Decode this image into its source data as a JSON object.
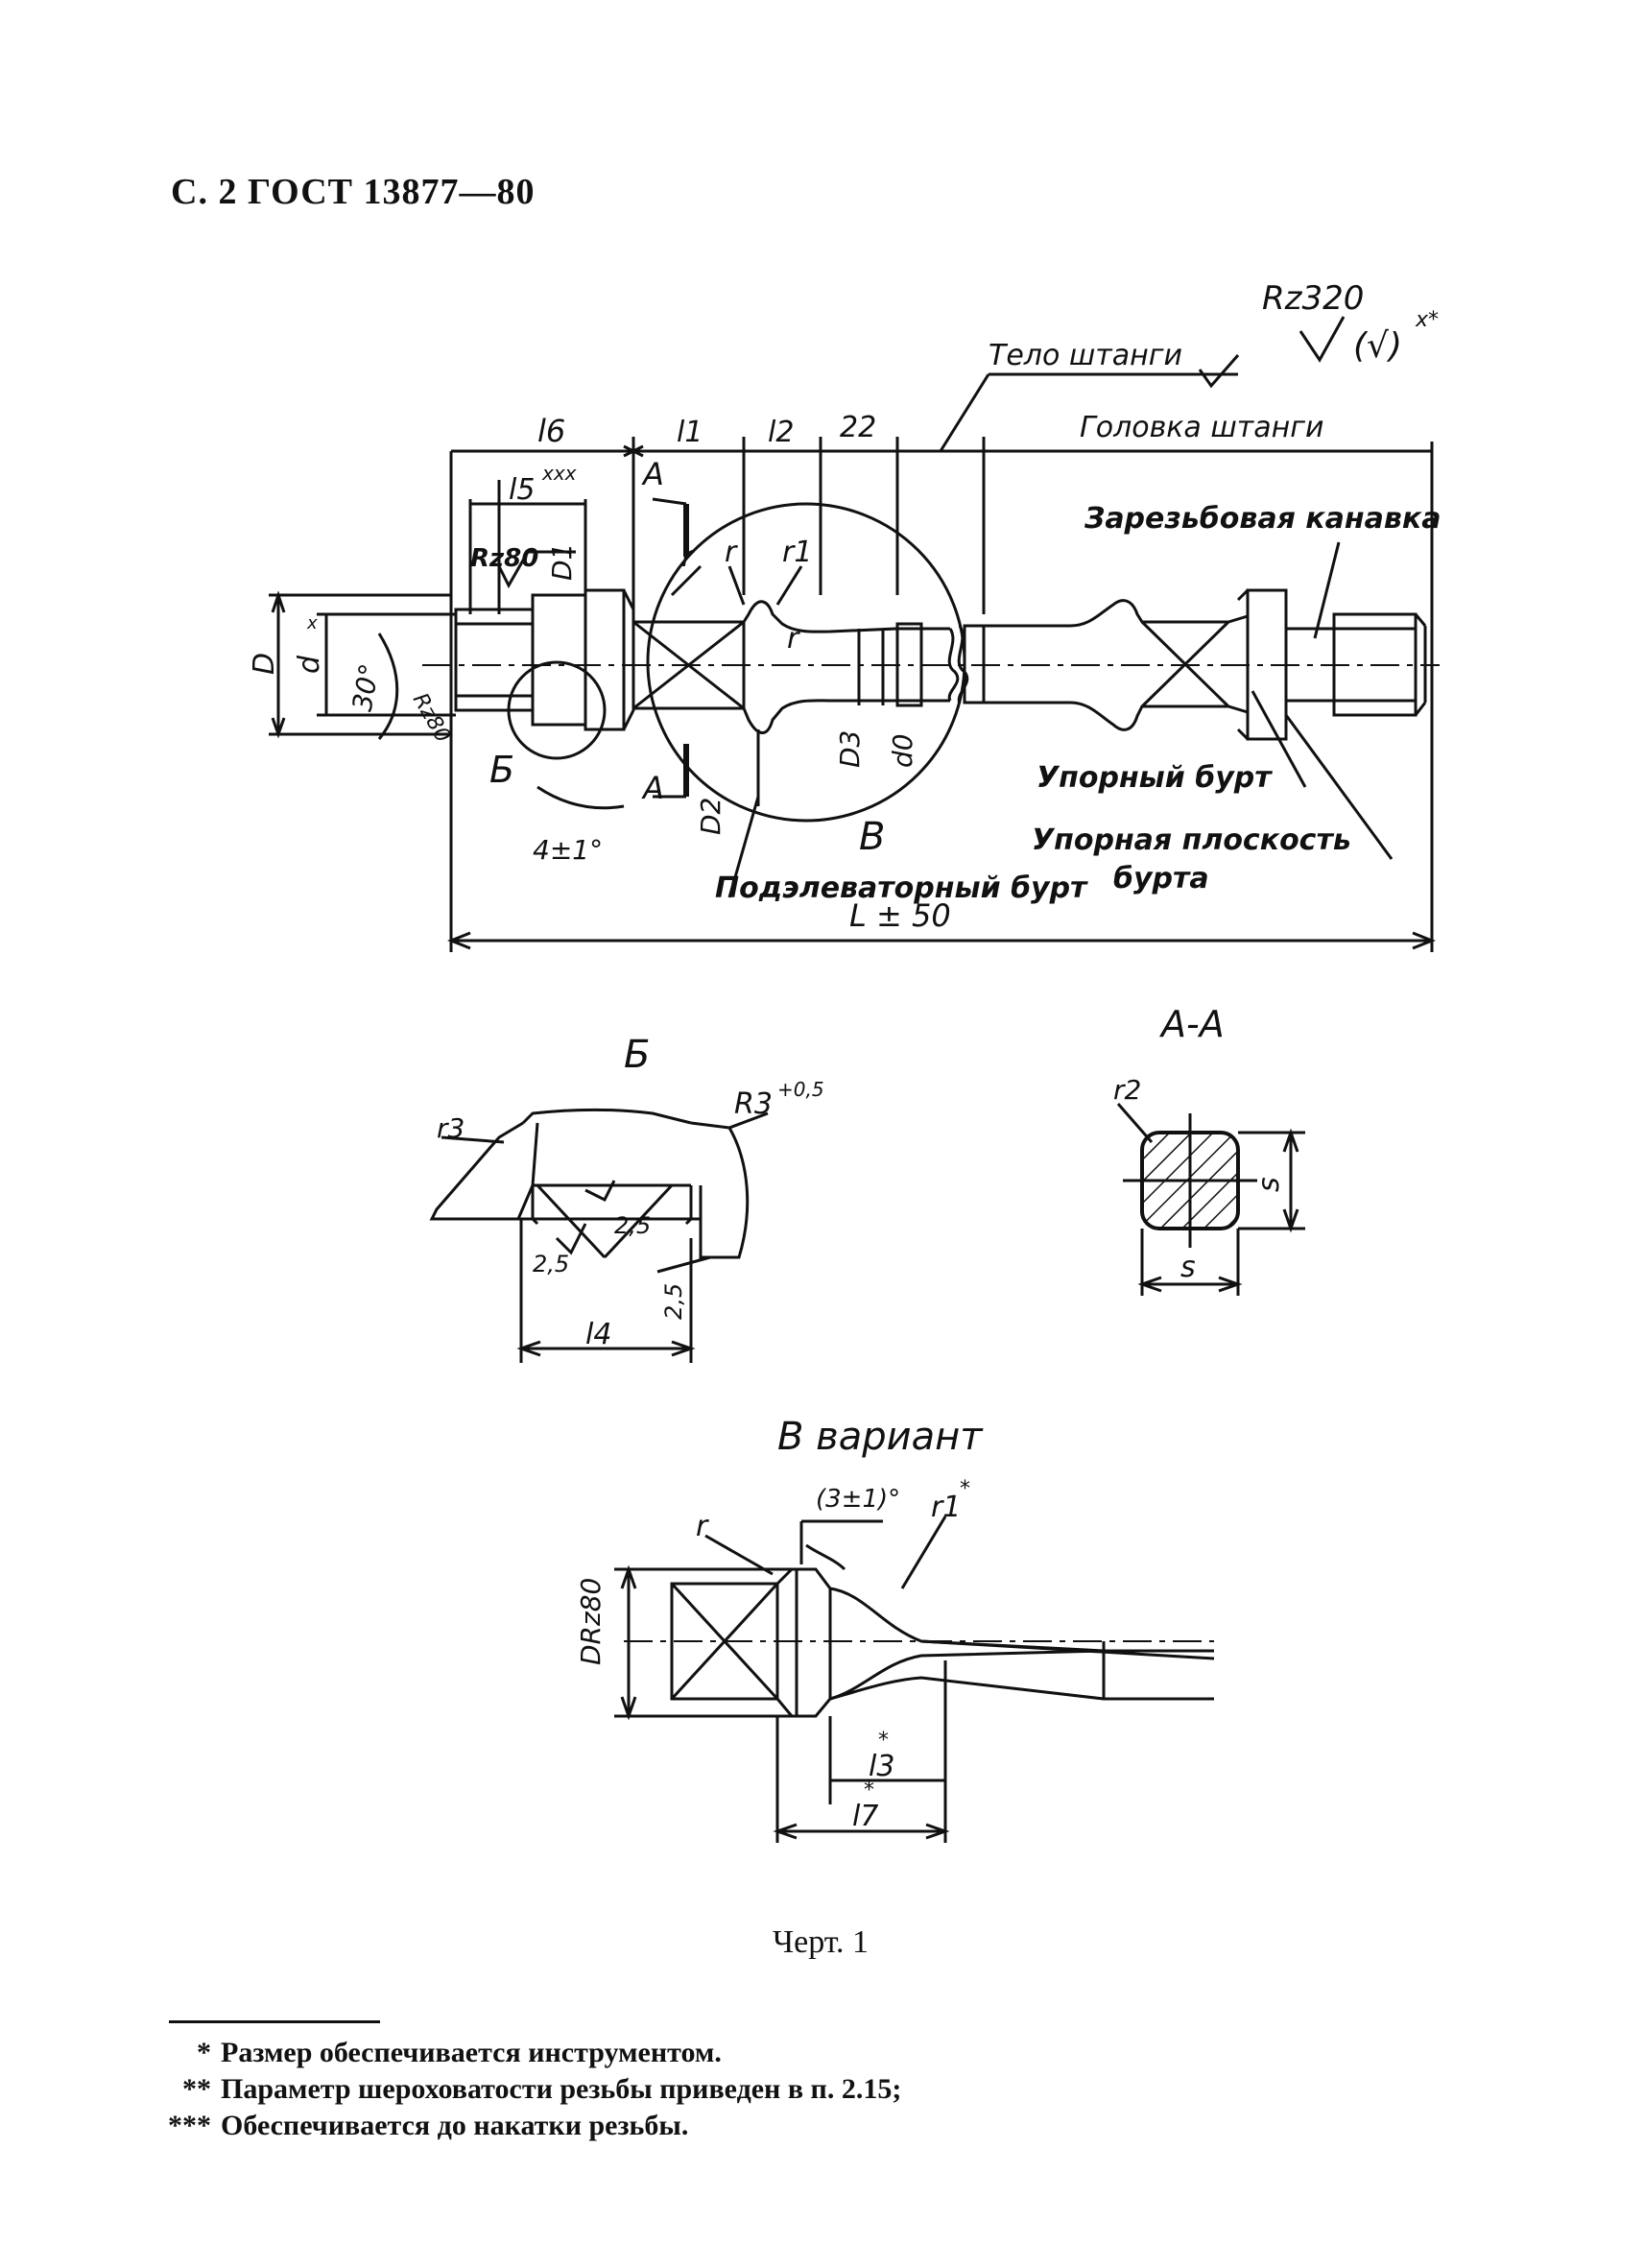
{
  "header": {
    "text": "С. 2 ГОСТ 13877—80"
  },
  "main_view": {
    "labels": {
      "roughness_top": "Rz320",
      "roughness_alt": "(√)",
      "roughness_mark": "x*",
      "body_label": "Тело штанги",
      "head_label": "Головка штанги",
      "thread_groove": "Зарезьбовая канавка",
      "stop_collar": "Упорный бурт",
      "stop_plane": "Упорная плоскость",
      "stop_plane_2": "бурта",
      "elevator_collar": "Подэлеваторный бурт",
      "view_b": "Б",
      "view_v": "В",
      "section_a_top": "А",
      "section_a_bottom": "А"
    },
    "dimensions": {
      "l6": "l6",
      "l1": "l1",
      "l2": "l2",
      "d22": "22",
      "l5": "l5",
      "l5_mark": "xxx",
      "rz80": "Rz80",
      "rz80_b": "Rz80",
      "D1": "D1",
      "D": "D",
      "d": "d",
      "d_mark": "x",
      "angle30": "30°",
      "r_a": "r",
      "r_b": "r",
      "r1": "r1",
      "r_c": "r",
      "D3": "D3",
      "d0": "d0",
      "D2": "D2",
      "angle4": "4±1°",
      "L": "L ± 50"
    }
  },
  "detail_b": {
    "title": "Б",
    "r3": "r3",
    "R3": "R3",
    "R3_tol": "+0,5",
    "v25": "2,5",
    "v25b": "2,5",
    "v25c": "2,5",
    "l4": "l4"
  },
  "section_aa": {
    "title": "А-А",
    "r2": "r2",
    "s_side": "s",
    "s_bottom": "s"
  },
  "variant_v": {
    "title": "В вариант",
    "angle": "(3±1)°",
    "r": "r",
    "r1": "r1",
    "r1_mark": "*",
    "drz": "DRz80",
    "l3": "l3",
    "l3_mark": "*",
    "l7": "l7",
    "l7_mark": "*"
  },
  "caption": {
    "text": "Черт. 1"
  },
  "footnotes": [
    {
      "mark": "*",
      "text": "Размер обеспечивается инструментом."
    },
    {
      "mark": "**",
      "text": "Параметр шероховатости резьбы приведен в п. 2.15;"
    },
    {
      "mark": "***",
      "text": "Обеспечивается до накатки резьбы."
    }
  ]
}
